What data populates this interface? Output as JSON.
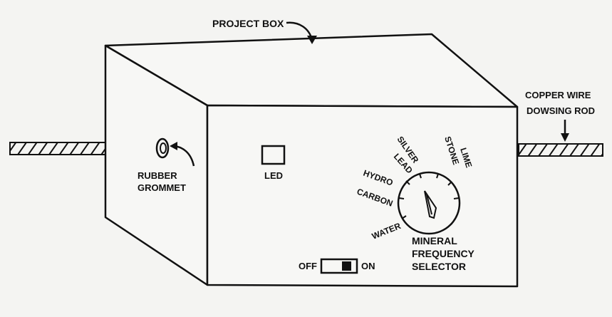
{
  "labels": {
    "project_box": "PROJECT BOX",
    "copper_wire_line1": "COPPER WIRE",
    "copper_wire_line2": "DOWSING ROD",
    "rubber_line1": "RUBBER",
    "rubber_line2": "GROMMET",
    "led": "LED",
    "switch_off": "OFF",
    "switch_on": "ON",
    "selector_line1": "MINERAL",
    "selector_line2": "FREQUENCY",
    "selector_line3": "SELECTOR"
  },
  "dial_labels": {
    "water": "WATER",
    "carbon": "CARBON",
    "hydro": "HYDRO",
    "lead": "LEAD",
    "silver": "SILVER",
    "stone": "STONE",
    "lime": "LIME"
  },
  "colors": {
    "ink": "#111111",
    "paper": "#f4f4f2"
  }
}
